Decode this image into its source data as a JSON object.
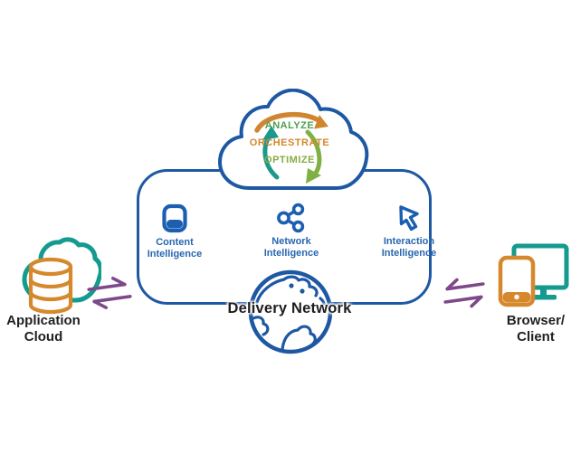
{
  "diagram_title": "Intelligent delivery network diagram",
  "colors": {
    "outline_blue": "#1e58a3",
    "icon_blue": "#1c5fb0",
    "label_blue": "#2767b0",
    "teal": "#149a8e",
    "orange": "#d6882d",
    "green": "#4f9f50",
    "yellow_green": "#8aab43",
    "purple": "#7e4889",
    "text_dark": "#221f1f"
  },
  "cycle": {
    "icon": "cloud-cycle-icon",
    "step1": "ANALYZE",
    "step2": "ORCHESTRATE",
    "step3": "OPTIMIZE"
  },
  "intelligence": [
    {
      "icon": "content-icon",
      "line1": "Content",
      "line2": "Intelligence"
    },
    {
      "icon": "network-icon",
      "line1": "Network",
      "line2": "Intelligence"
    },
    {
      "icon": "interaction-icon",
      "line1": "Interaction",
      "line2": "Intelligence"
    }
  ],
  "delivery": {
    "icon": "globe-icon",
    "label": "Delivery Network"
  },
  "left_node": {
    "icon": "application-cloud-icon",
    "line1": "Application",
    "line2": "Cloud"
  },
  "right_node": {
    "icon": "browser-client-icon",
    "line1": "Browser/",
    "line2": "Client"
  }
}
